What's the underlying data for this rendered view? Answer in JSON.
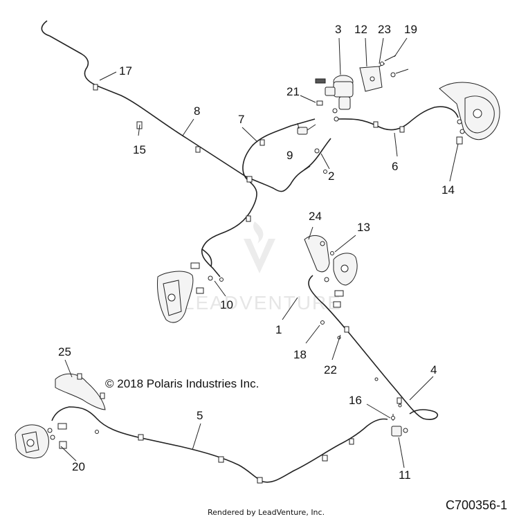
{
  "copyright": "© 2018 Polaris Industries Inc.",
  "footer": "Rendered by LeadVenture, Inc.",
  "diagram_code": "C700356-1",
  "watermark": "LEADVENTURE",
  "callouts": [
    "1",
    "2",
    "3",
    "4",
    "5",
    "6",
    "7",
    "8",
    "9",
    "10",
    "11",
    "12",
    "13",
    "14",
    "15",
    "16",
    "17",
    "18",
    "19",
    "20",
    "21",
    "22",
    "23",
    "24",
    "25"
  ]
}
